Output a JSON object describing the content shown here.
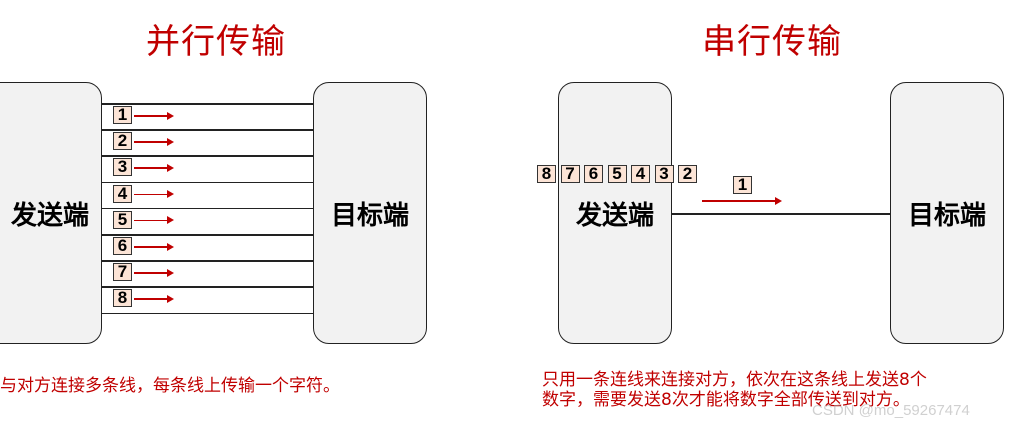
{
  "parallel": {
    "title": "并行传输",
    "sender_label": "发送端",
    "receiver_label": "目标端",
    "bits": [
      "1",
      "2",
      "3",
      "4",
      "5",
      "6",
      "7",
      "8"
    ],
    "caption": "与对方连接多条线，每条线上传输一个字符。"
  },
  "serial": {
    "title": "串行传输",
    "sender_label": "发送端",
    "receiver_label": "目标端",
    "queue": [
      "8",
      "7",
      "6",
      "5",
      "4",
      "3",
      "2"
    ],
    "sent_bit": "1",
    "caption_line1": "只用一条连线来连接对方，依次在这条线上发送8个",
    "caption_line2": "数字，需要发送8次才能将数字全部传送到对方。"
  },
  "watermark": "CSDN @mo_59267474",
  "colors": {
    "accent": "#c00000",
    "bit_fill": "#fce4d6",
    "box_fill": "#f2f2f2"
  }
}
